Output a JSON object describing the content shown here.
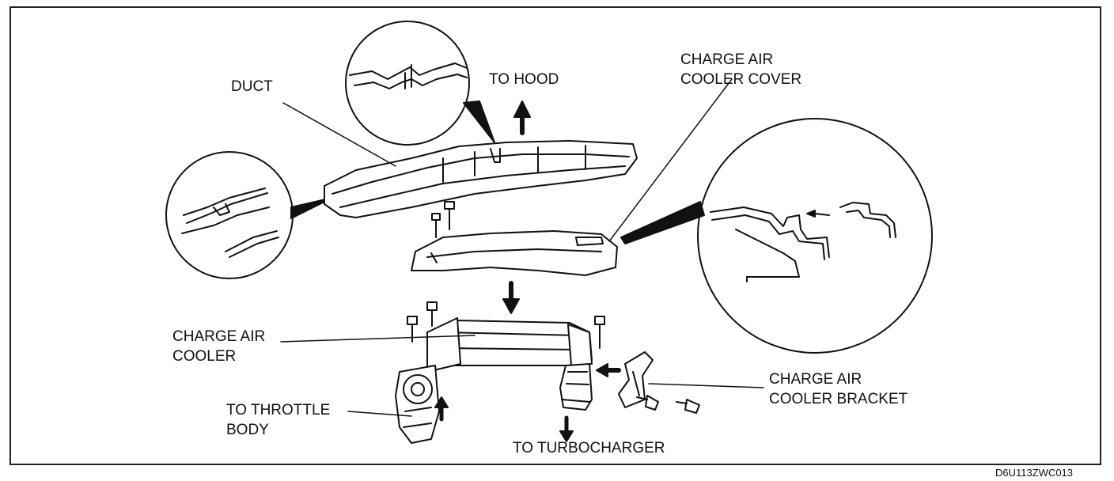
{
  "labels": {
    "duct": "DUCT",
    "to_hood": "TO HOOD",
    "cover_line1": "CHARGE AIR",
    "cover_line2": "COOLER COVER",
    "cooler_line1": "CHARGE AIR",
    "cooler_line2": "COOLER",
    "throttle_line1": "TO THROTTLE",
    "throttle_line2": "BODY",
    "turbo": "TO TURBOCHARGER",
    "bracket_line1": "CHARGE AIR",
    "bracket_line2": "COOLER BRACKET"
  },
  "figure_code": "D6U113ZWC013"
}
